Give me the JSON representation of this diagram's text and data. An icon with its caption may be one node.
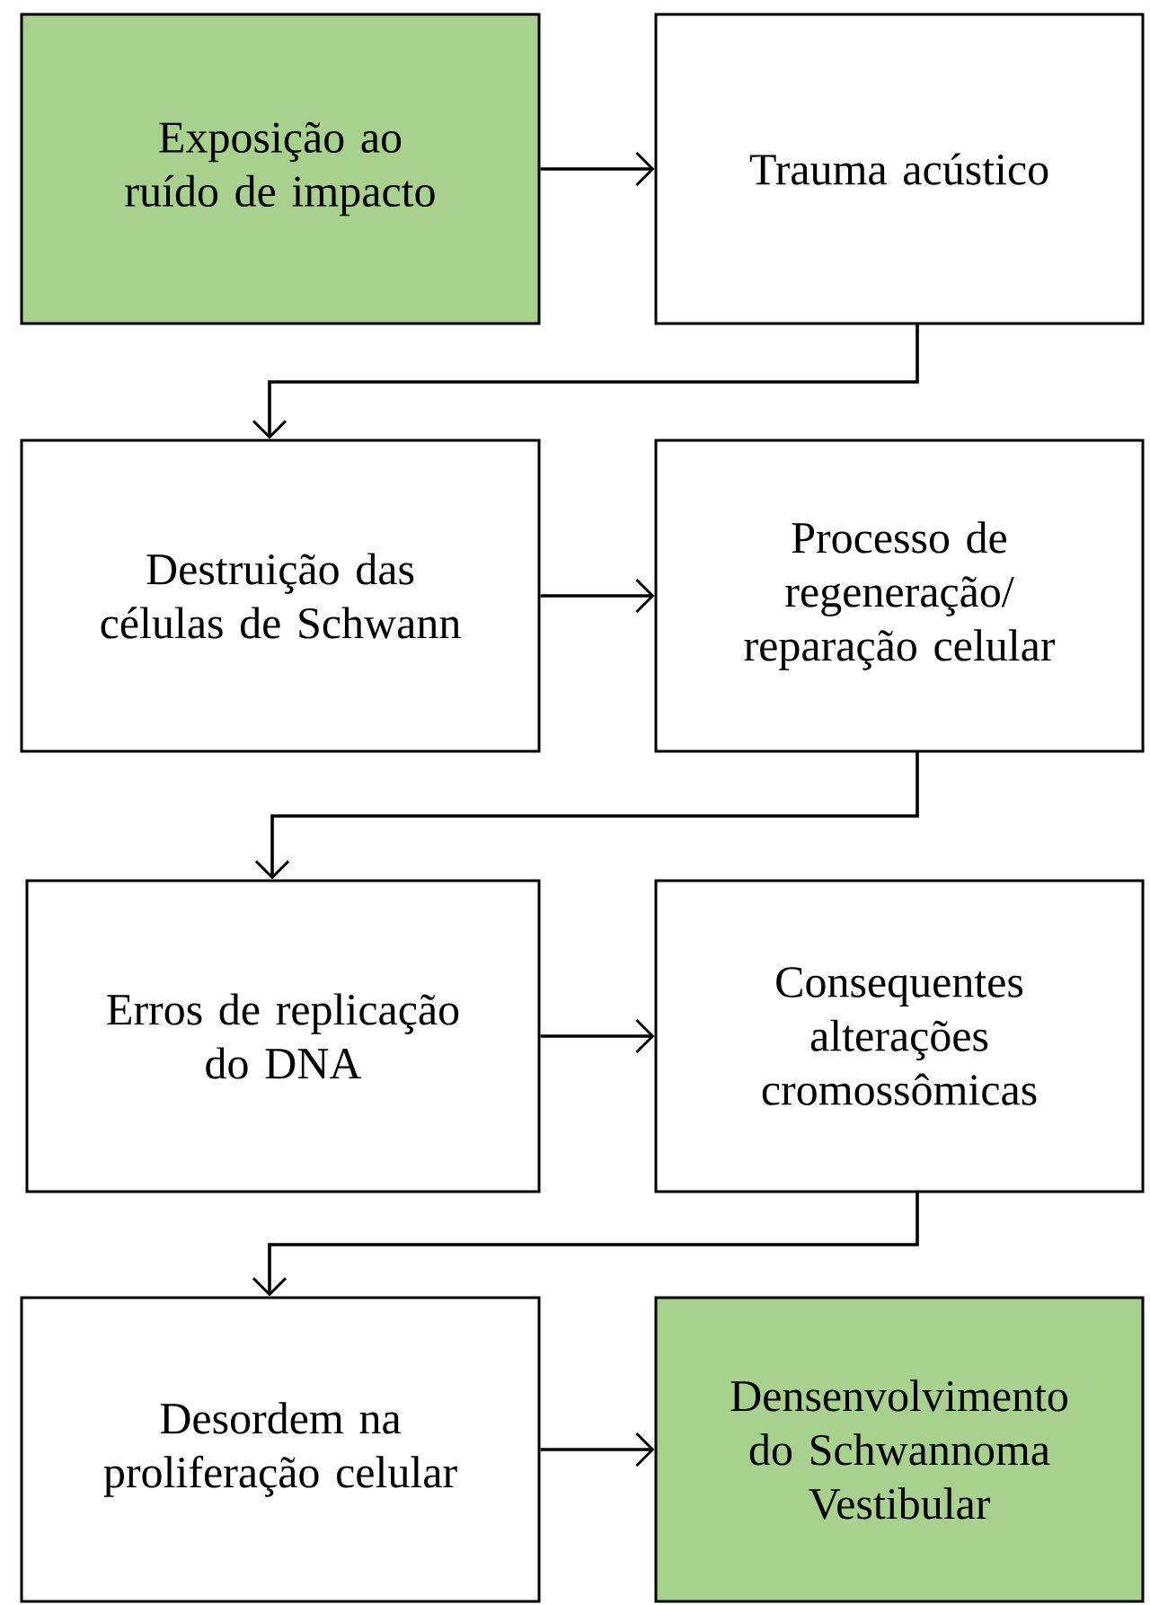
{
  "diagram": {
    "nodes": [
      {
        "text": [
          "Exposição ao ruído de impacto"
        ]
      },
      {
        "text": [
          "Trauma acústico"
        ]
      },
      {
        "text": [
          "Destruição das células de Schwann"
        ]
      },
      {
        "text": [
          "Processo de regeneração/ reparação celular"
        ]
      },
      {
        "text": [
          "Erros de replicação do DNA"
        ]
      },
      {
        "text": [
          "Consequentes alterações cromossômicas"
        ]
      },
      {
        "text": [
          "Desordem na proliferação celular"
        ]
      },
      {
        "text": [
          "Densenvolvimento do Schwannoma Vestibular"
        ]
      }
    ],
    "edges": [
      {
        "from": 0,
        "to": 1,
        "arrow": "to"
      },
      {
        "from": 1,
        "to": 2,
        "arrow": "to"
      },
      {
        "from": 2,
        "to": 3,
        "arrow": "to"
      },
      {
        "from": 3,
        "to": 4,
        "arrow": "to"
      },
      {
        "from": 4,
        "to": 5,
        "arrow": "to"
      },
      {
        "from": 5,
        "to": 6,
        "arrow": "to"
      },
      {
        "from": 6,
        "to": 7,
        "arrow": "to"
      }
    ]
  }
}
